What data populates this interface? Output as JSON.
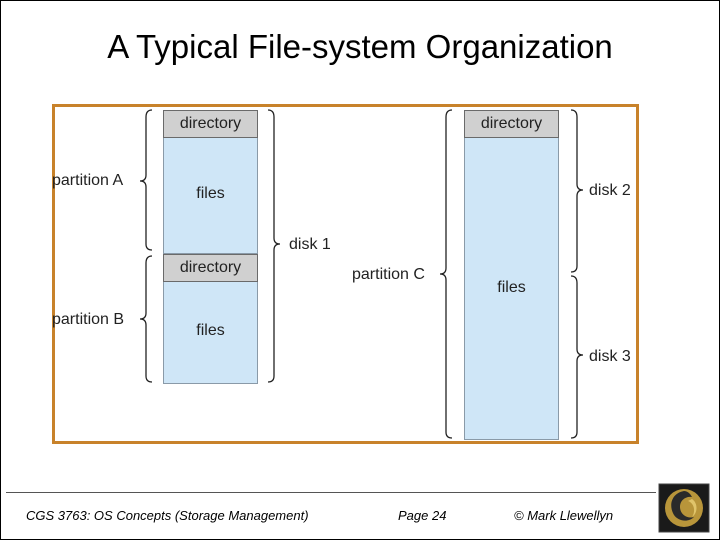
{
  "slide": {
    "title": "A Typical File-system Organization"
  },
  "diagram": {
    "disk1": {
      "partition_a": {
        "header": "directory",
        "body": "files",
        "label": "partition A"
      },
      "partition_b": {
        "header": "directory",
        "body": "files",
        "label": "partition B"
      },
      "label": "disk 1"
    },
    "partition_c": {
      "header": "directory",
      "body": "files",
      "label": "partition C",
      "disk_labels": [
        "disk 2",
        "disk 3"
      ]
    },
    "colors": {
      "frame": "#c8822a",
      "box_fill": "#cfe6f7",
      "header_fill": "#d0d0d0"
    }
  },
  "footer": {
    "course": "CGS 3763: OS Concepts  (Storage Management)",
    "page": "Page 24",
    "author": "© Mark Llewellyn"
  }
}
